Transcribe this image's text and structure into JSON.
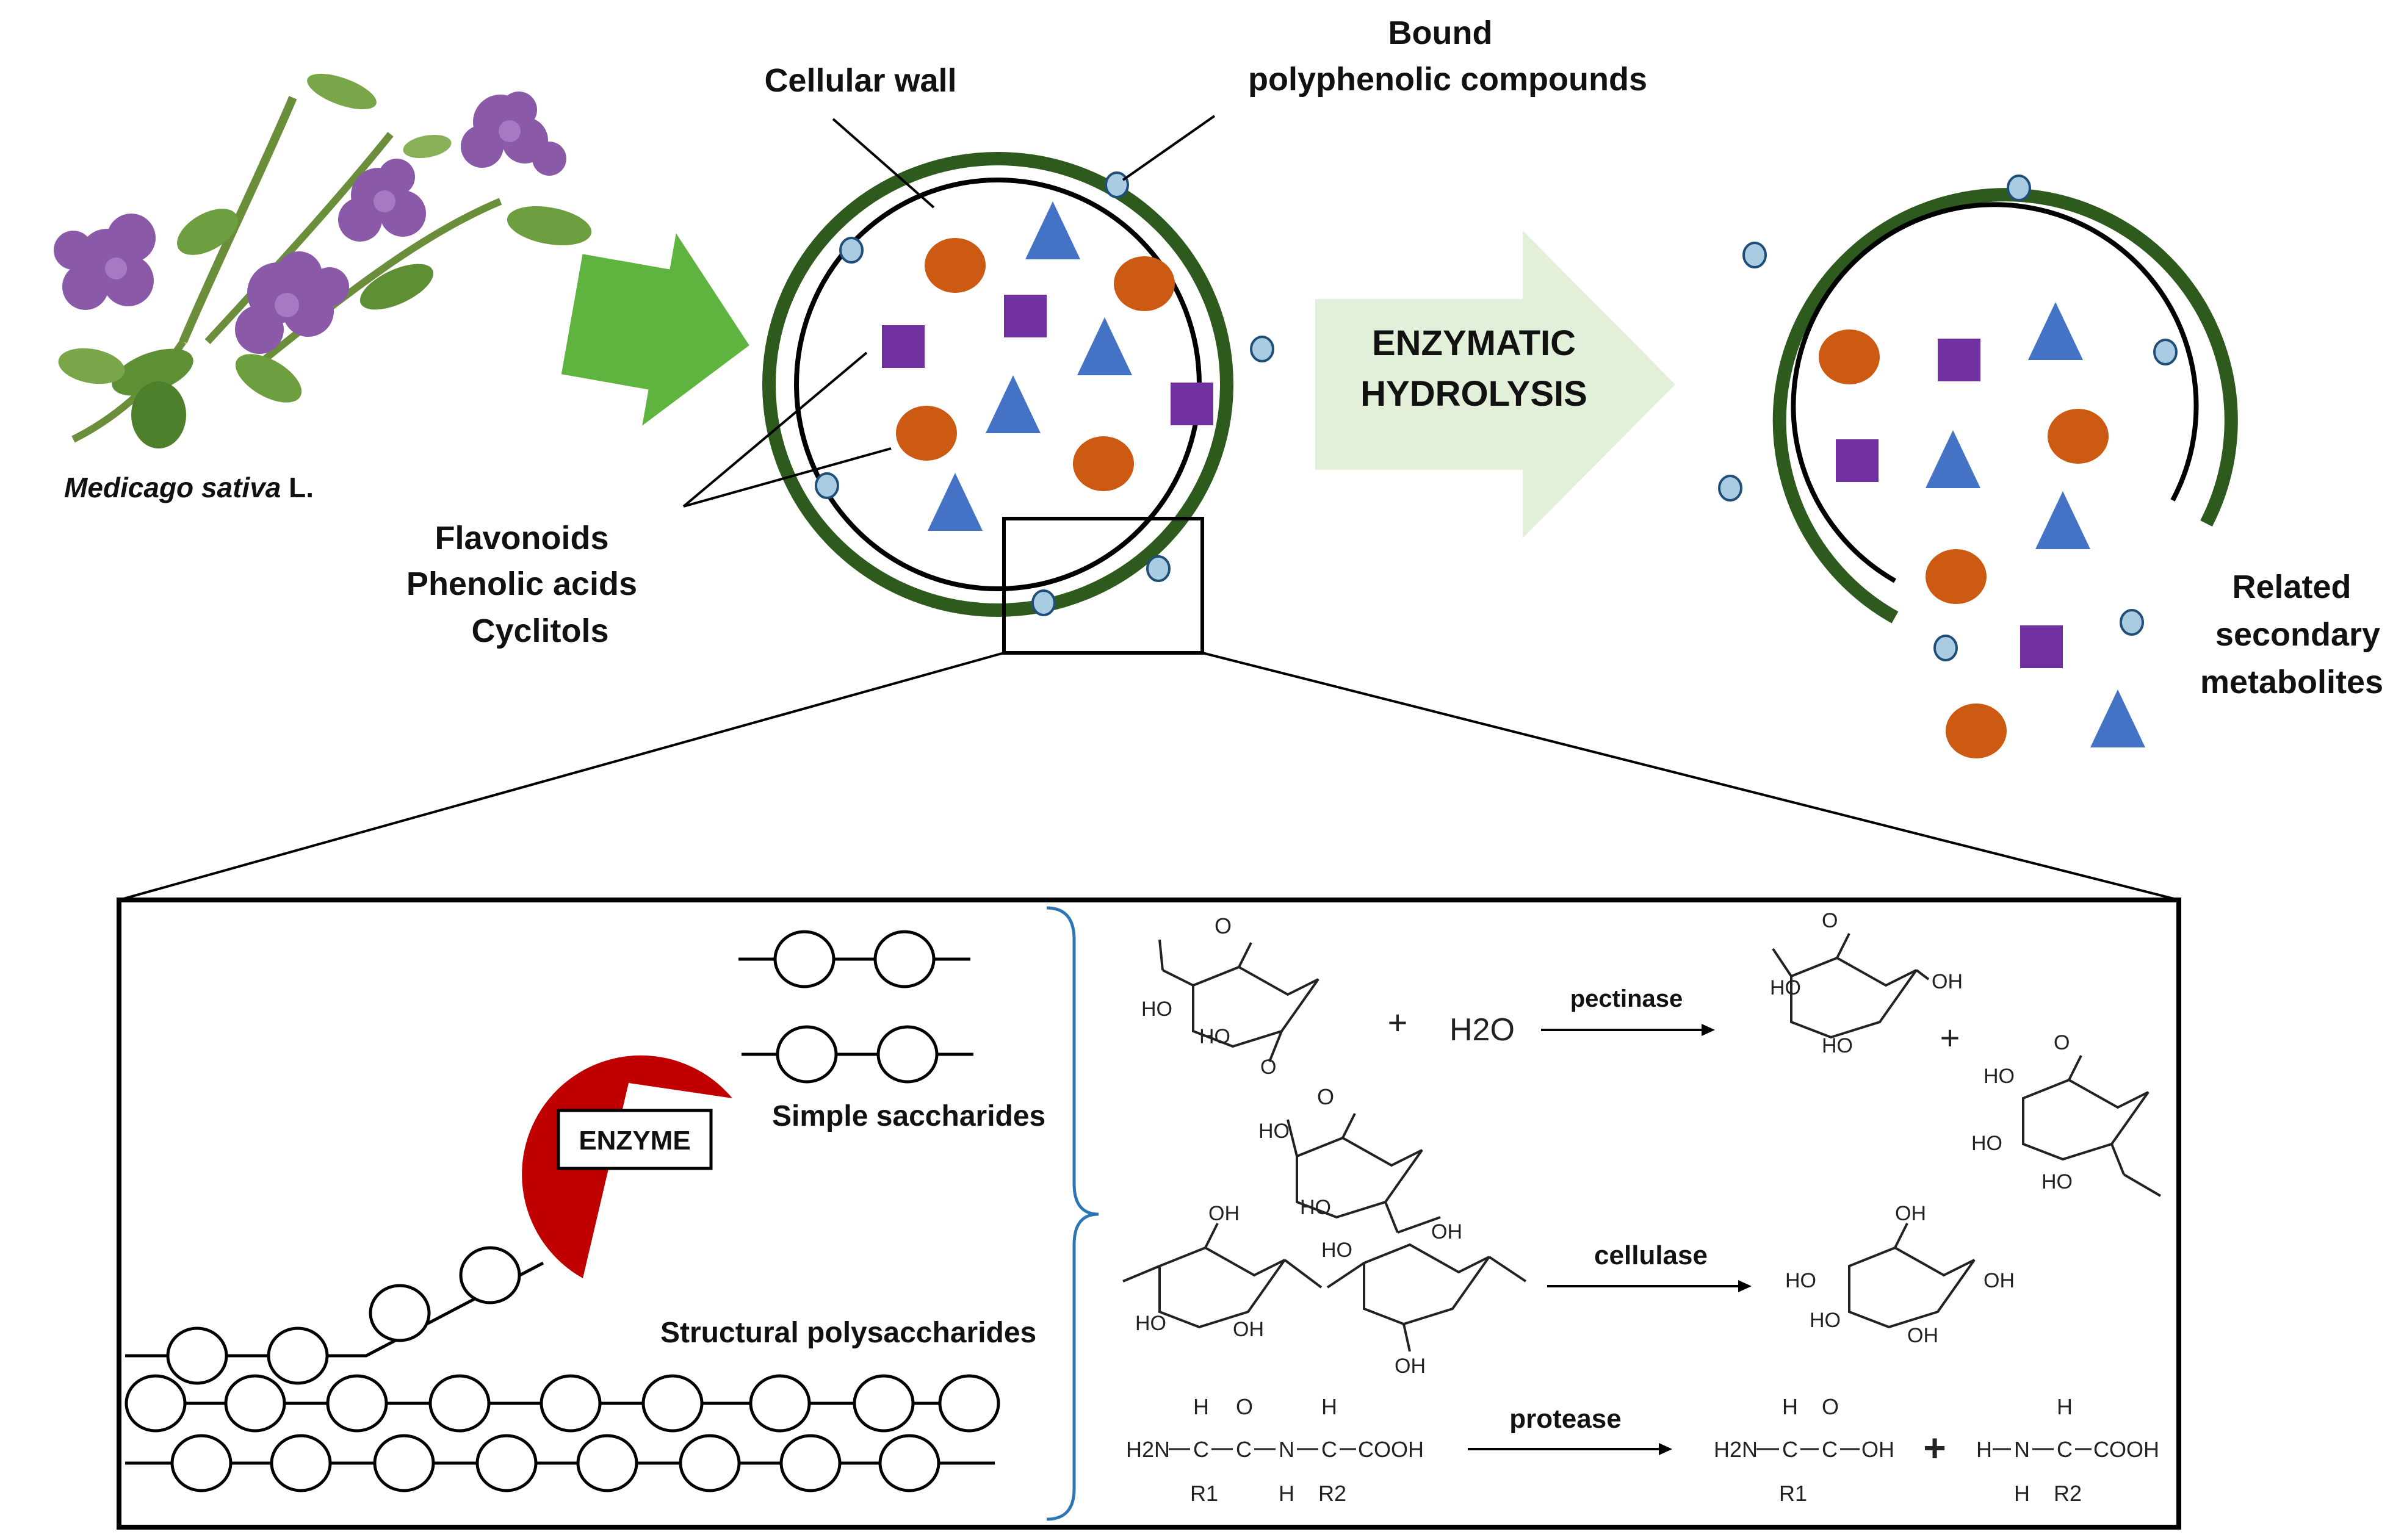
{
  "plant": {
    "species": "Medicago sativa",
    "suffix": " L."
  },
  "labels": {
    "cellular_wall": "Cellular wall",
    "bound_line1": "Bound",
    "bound_line2": "polyphenolic compounds",
    "flavonoids": "Flavonoids",
    "phenolic_acids": "Phenolic acids",
    "cyclitols": "Cyclitols",
    "enzymatic_line1": "ENZYMATIC",
    "enzymatic_line2": "HYDROLYSIS",
    "related_line1": "Related",
    "related_line2": "secondary",
    "related_line3": "metabolites",
    "enzyme": "ENZYME",
    "simple_saccharides": "Simple saccharides",
    "structural_polysaccharides": "Structural polysaccharides"
  },
  "reactions": {
    "pectinase": "pectinase",
    "cellulase": "cellulase",
    "protease": "protease",
    "water": "H2O",
    "plus": "+"
  },
  "chem_text": {
    "ho": "HO",
    "oh": "OH",
    "coo": "O",
    "cooh": "COOH",
    "h2n": "H2N",
    "h": "H",
    "n": "N",
    "c": "C",
    "r1": "R1",
    "r2": "R2"
  },
  "colors": {
    "wall_green": "#2e5a1e",
    "orange": "#cc5a12",
    "purple": "#7030a0",
    "blue": "#4472c4",
    "bound_dot": "#a9cce3",
    "green_arrow": "#5fb33f",
    "light_arrow": "#e2f0d9",
    "enzyme_red": "#c00000"
  }
}
